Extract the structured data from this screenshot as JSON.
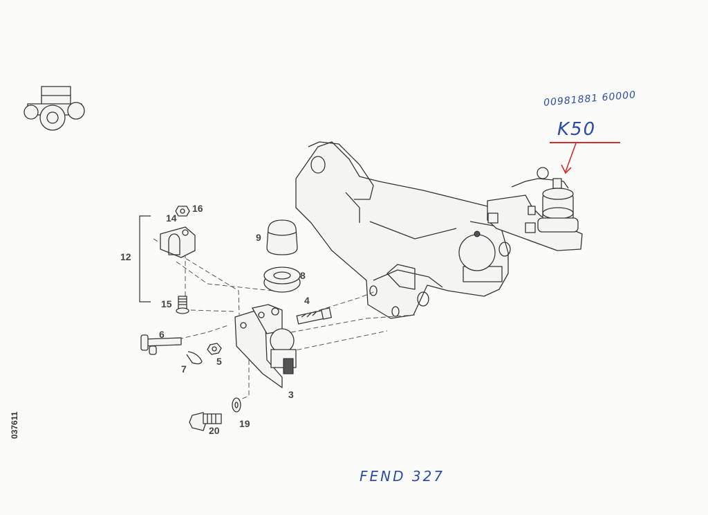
{
  "document_number": "037611",
  "callouts": {
    "n3": "3",
    "n4": "4",
    "n5": "5",
    "n6": "6",
    "n7": "7",
    "n8": "8",
    "n9": "9",
    "n12": "12",
    "n14": "14",
    "n15": "15",
    "n16": "16",
    "n19": "19",
    "n20": "20"
  },
  "handwritten": {
    "part_number": "00981881 60000",
    "code": "K50",
    "model": "FEND  327"
  },
  "icons": {
    "corner": "tractor-icon"
  },
  "colors": {
    "ink_blue": "#2a4aa8",
    "marker_red": "#d42a2a",
    "line_art": "#333333"
  }
}
